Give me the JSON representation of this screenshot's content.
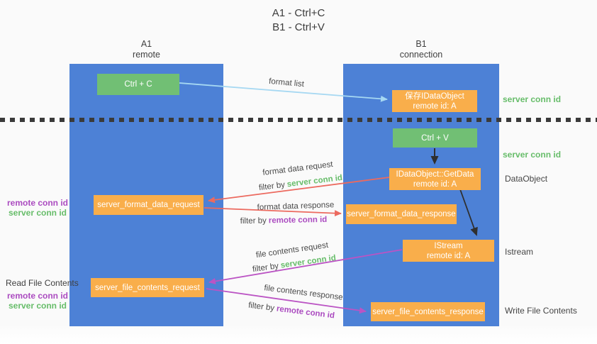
{
  "title": {
    "line1": "A1 - Ctrl+C",
    "line2": "B1 - Ctrl+V"
  },
  "lanes": {
    "a1": {
      "title": "A1",
      "subtitle": "remote"
    },
    "b1": {
      "title": "B1",
      "subtitle": "connection"
    }
  },
  "boxes": {
    "ctrl_c": {
      "label": "Ctrl + C"
    },
    "save_dataobject": {
      "line1": "保存IDataObject",
      "line2": "remote id: A"
    },
    "ctrl_v": {
      "label": "Ctrl + V"
    },
    "getdata": {
      "line1": "IDataObject::GetData",
      "line2": "remote id: A"
    },
    "format_request": {
      "label": "server_format_data_request"
    },
    "format_response": {
      "label": "server_format_data_response"
    },
    "istream": {
      "line1": "IStream",
      "line2": "remote id: A"
    },
    "file_request": {
      "label": "server_file_contents_request"
    },
    "file_response": {
      "label": "server_file_contents_response"
    }
  },
  "flow_labels": {
    "format_list": "format list",
    "format_data_request": "format data request",
    "format_data_response": "format data response",
    "file_contents_request": "file contents request",
    "file_contents_response": "file contents response",
    "filter_by": "filter by",
    "server_conn_id": "server conn id",
    "remote_conn_id": "remote conn id"
  },
  "side_labels": {
    "server_conn_id_top": "server conn id",
    "server_conn_id_mid": "server conn id",
    "dataobject": "DataObject",
    "istream": "Istream",
    "write_file_contents": "Write File Contents",
    "read_file_contents": "Read File Contents",
    "remote_conn_id": "remote conn id",
    "server_conn_id": "server conn id"
  },
  "colors": {
    "lane_blue": "#4d81d6",
    "box_green": "#71bf74",
    "box_orange": "#f9ae4b",
    "green_text": "#67bd6a",
    "purple_text": "#ab4bc0",
    "red_arrow": "#ec6a5f",
    "magenta_arrow": "#bb54c4",
    "light_blue_arrow": "#a6d8f2",
    "black_arrow": "#2f2f2f"
  }
}
